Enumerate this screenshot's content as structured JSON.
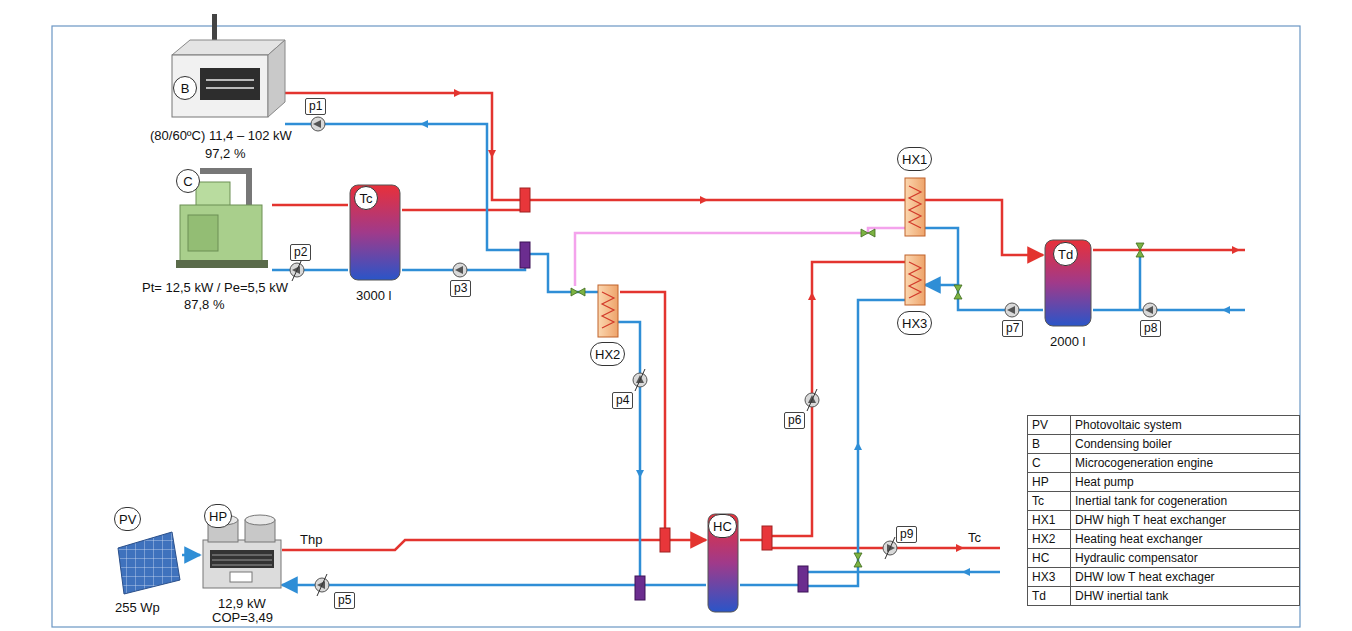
{
  "diagram": {
    "nodes": [
      {
        "text": [
          "B"
        ]
      },
      {
        "text": [
          "C"
        ]
      },
      {
        "text": [
          "Tc"
        ]
      },
      {
        "text": [
          "HX1"
        ]
      },
      {
        "text": [
          "HX2"
        ]
      },
      {
        "text": [
          "HX3"
        ]
      },
      {
        "text": [
          "Td"
        ]
      },
      {
        "text": [
          "HC"
        ]
      },
      {
        "text": [
          "PV"
        ]
      },
      {
        "text": [
          "HP"
        ]
      }
    ],
    "edges": [
      {
        "from": 8,
        "to": 9,
        "arrow": "to"
      },
      {
        "from": 1,
        "to": 2,
        "arrow": "none"
      },
      {
        "from": 9,
        "to": 7,
        "label": "Thp",
        "arrow": "to"
      },
      {
        "from": 7,
        "to": 9,
        "arrow": "to"
      },
      {
        "from": 3,
        "to": 6,
        "arrow": "to"
      },
      {
        "from": 6,
        "to": 5,
        "arrow": "to"
      }
    ],
    "labels": [
      "(80/60ºC) 11,4 – 102 kW",
      "97,2 %",
      "p1",
      "Pt= 12,5 kW / Pe=5,5 kW",
      "87,8 %",
      "p2",
      "3000 l",
      "p3",
      "p4",
      "p6",
      "p7",
      "2000 l",
      "p8",
      "p9",
      "Tc",
      "255 Wp",
      "12,9 kW",
      "COP=3,49",
      "p5",
      "PV",
      "Photovoltaic system",
      "B",
      "Condensing boiler",
      "C",
      "Microcogeneration engine",
      "HP",
      "Heat pump",
      "Tc",
      "Inertial tank for cogeneration",
      "HX1",
      "DHW high T heat exchanger",
      "HX2",
      "Heating heat exchanger",
      "HC",
      "Hydraulic compensator",
      "HX3",
      "DHW low T heat exchager",
      "Td",
      "DHW inertial tank"
    ]
  }
}
